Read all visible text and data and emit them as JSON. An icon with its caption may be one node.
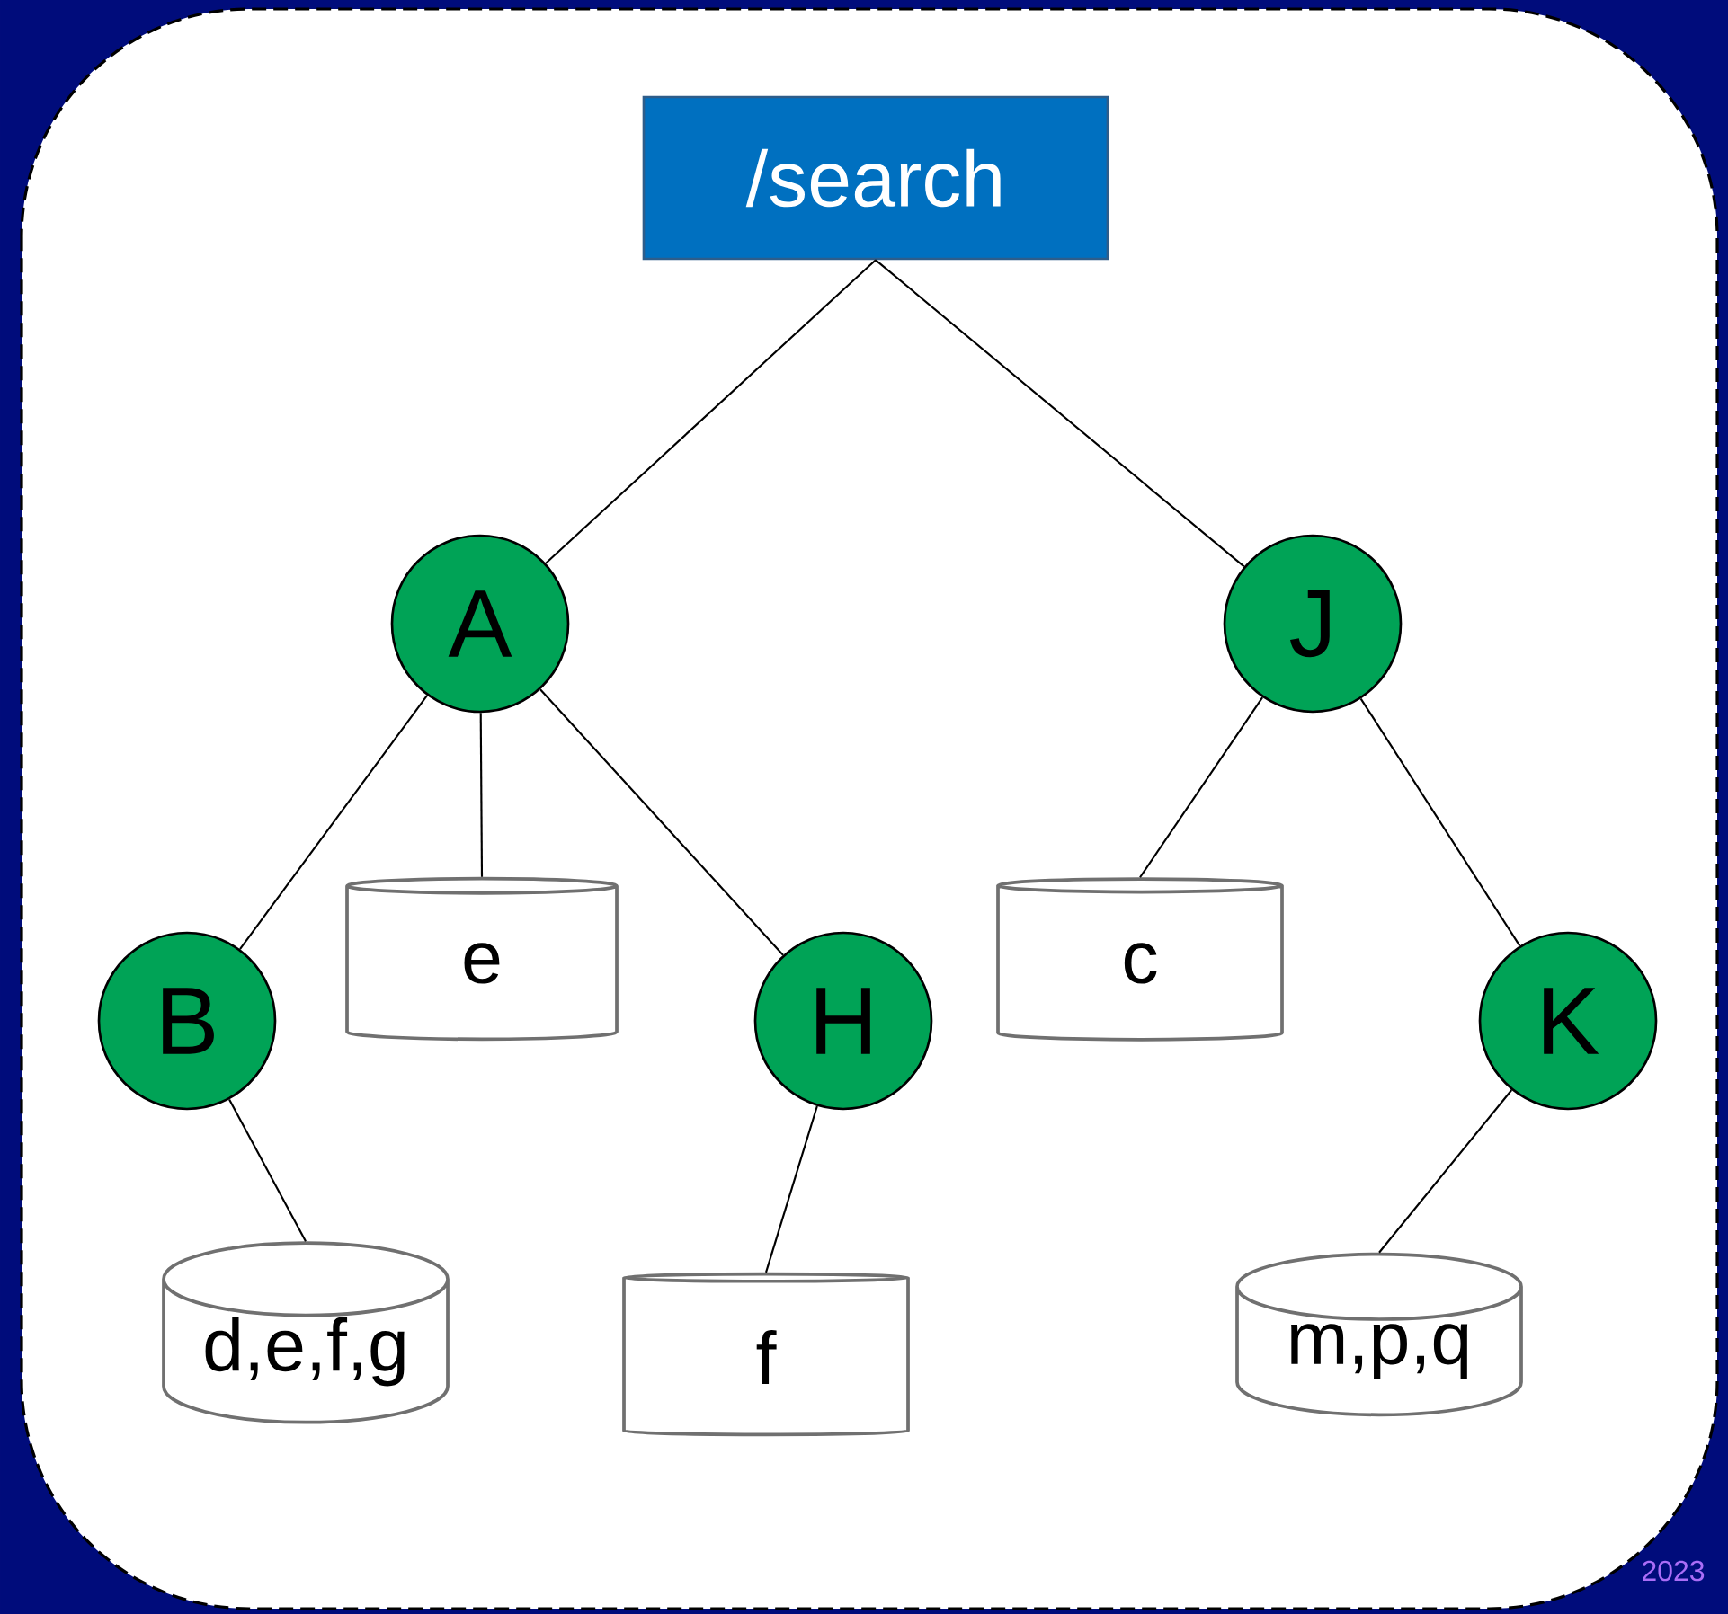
{
  "diagram": {
    "nodes": [
      {
        "text": [
          "/search"
        ]
      },
      {
        "text": [
          "A"
        ]
      },
      {
        "text": [
          "J"
        ]
      },
      {
        "text": [
          "B"
        ]
      },
      {
        "text": [
          "e"
        ]
      },
      {
        "text": [
          "H"
        ]
      },
      {
        "text": [
          "c"
        ]
      },
      {
        "text": [
          "K"
        ]
      },
      {
        "text": [
          "d,e,f,g"
        ]
      },
      {
        "text": [
          "f"
        ]
      },
      {
        "text": [
          "m,p,q"
        ]
      }
    ],
    "edges": [
      {
        "from": 0,
        "to": 1,
        "arrow": "none"
      },
      {
        "from": 0,
        "to": 2,
        "arrow": "none"
      },
      {
        "from": 1,
        "to": 3,
        "arrow": "none"
      },
      {
        "from": 1,
        "to": 4,
        "arrow": "none"
      },
      {
        "from": 1,
        "to": 5,
        "arrow": "none"
      },
      {
        "from": 2,
        "to": 6,
        "arrow": "none"
      },
      {
        "from": 2,
        "to": 7,
        "arrow": "none"
      },
      {
        "from": 3,
        "to": 8,
        "arrow": "none"
      },
      {
        "from": 5,
        "to": 9,
        "arrow": "none"
      },
      {
        "from": 7,
        "to": 10,
        "arrow": "none"
      }
    ],
    "labels": [
      "2023"
    ]
  }
}
